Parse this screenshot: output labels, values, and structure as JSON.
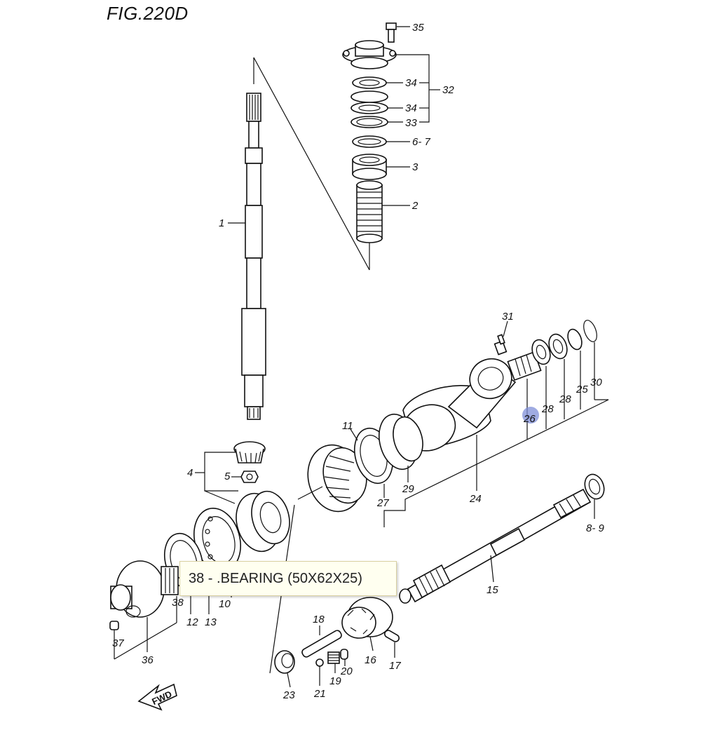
{
  "figure": {
    "title": "FIG.220D",
    "fwd_label": "FWD",
    "highlight_color": "#7f8fd8"
  },
  "callouts": {
    "c1": "1",
    "c2": "2",
    "c3": "3",
    "c4": "4",
    "c5": "5",
    "c6_7": "6- 7",
    "c8_9": "8- 9",
    "c10": "10",
    "c11": "11",
    "c12": "12",
    "c13": "13",
    "c15": "15",
    "c16": "16",
    "c17": "17",
    "c18": "18",
    "c19": "19",
    "c20": "20",
    "c21": "21",
    "c23": "23",
    "c24": "24",
    "c25": "25",
    "c26": "26",
    "c27": "27",
    "c28a": "28",
    "c28b": "28",
    "c29": "29",
    "c30": "30",
    "c31": "31",
    "c32": "32",
    "c33": "33",
    "c34a": "34",
    "c34b": "34",
    "c35": "35",
    "c36": "36",
    "c37": "37",
    "c38": "38"
  },
  "tooltip": {
    "text": "38 - .BEARING (50X62X25)"
  }
}
